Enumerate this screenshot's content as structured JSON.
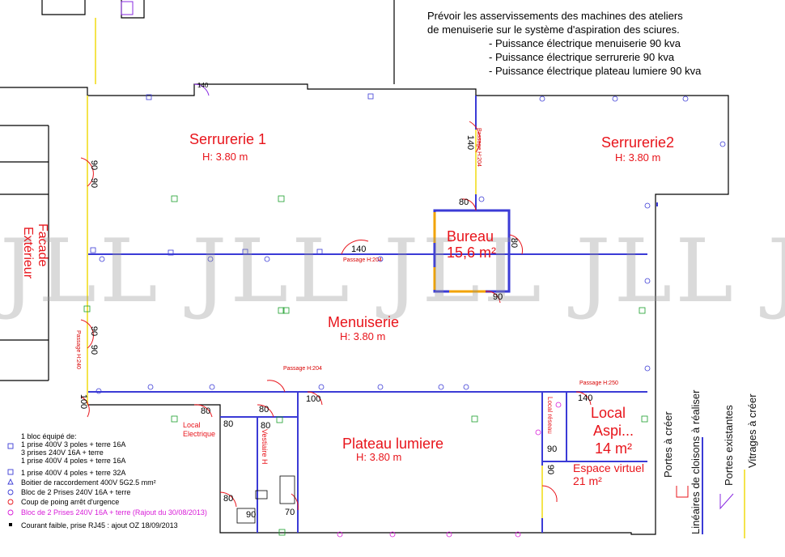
{
  "notes": {
    "line1": "Prévoir les asservissements des machines des ateliers",
    "line2": "de menuiserie sur le système d'aspiration des sciures.",
    "bullets": [
      "-    Puissance électrique menuiserie 90 kva",
      "-    Puissance électrique serrurerie 90 kva",
      "-    Puissance électrique plateau lumiere 90 kva"
    ]
  },
  "rooms": {
    "serrurerie1": {
      "name": "Serrurerie 1",
      "height": "H: 3.80 m"
    },
    "serrurerie2": {
      "name": "Serrurerie2",
      "height": "H: 3.80 m"
    },
    "bureau": {
      "name": "Bureau",
      "area": "15,6 m²"
    },
    "menuiserie": {
      "name": "Menuiserie",
      "height": "H: 3.80 m"
    },
    "plateau": {
      "name": "Plateau lumiere",
      "height": "H: 3.80 m"
    },
    "local_aspi": {
      "name1": "Local",
      "name2": "Aspi...",
      "area": "14 m²"
    },
    "espace_virtuel": {
      "name": "Espace virtuel",
      "area": "21 m²"
    },
    "local_electrique": {
      "name1": "Local",
      "name2": "Electrique"
    },
    "facade": {
      "line1": "Facade",
      "line2": "Extérieur"
    },
    "vestiaire": "Vestiaire H",
    "reseau": "Local réseau"
  },
  "doors": [
    "140",
    "90",
    "90",
    "90",
    "90",
    "140",
    "80",
    "80",
    "90",
    "140",
    "80",
    "80",
    "80",
    "80",
    "100",
    "100",
    "140",
    "90",
    "90",
    "80",
    "70",
    "90"
  ],
  "passages": {
    "p1": "Passage H:204",
    "p2": "Passage H:204",
    "p3": "Passage H:204",
    "p4": "Passage H:240",
    "p5": "Passage H:250"
  },
  "legend": {
    "item1_a": "1 bloc équipé de:",
    "item1_b": "1 prise 400V 3 poles + terre 16A",
    "item1_c": "3 prises 240V 16A + terre",
    "item1_d": "1 prise 400V 4 poles + terre 16A",
    "item2": "1 prise 400V 4 poles + terre 32A",
    "item3": "Boitier de raccordement 400V  5G2.5 mm²",
    "item4": "Bloc de 2 Prises 240V 16A + terre",
    "item5": "Coup de poing arrêt d'urgence",
    "item6": "Bloc de 2 Prises 240V 16A + terre (Rajout du 30/08/2013)",
    "item7": "Courant faible, prise RJ45 : ajout OZ 18/09/2013"
  },
  "side_legend": {
    "portes_creer": "Portes à créer",
    "lineaires": "Linéaires de cloisons à réaliser",
    "portes_existantes": "Portes existantes",
    "vitrages": "Vitrages à créer"
  },
  "watermark": "JLL JLL JLL JLL JLL",
  "colors": {
    "wall": "#000000",
    "partition": "#3b3bd6",
    "red": "#e8141b",
    "magenta": "#d81bd8",
    "yellow": "#f4e44c",
    "green": "#1a9e2a"
  }
}
